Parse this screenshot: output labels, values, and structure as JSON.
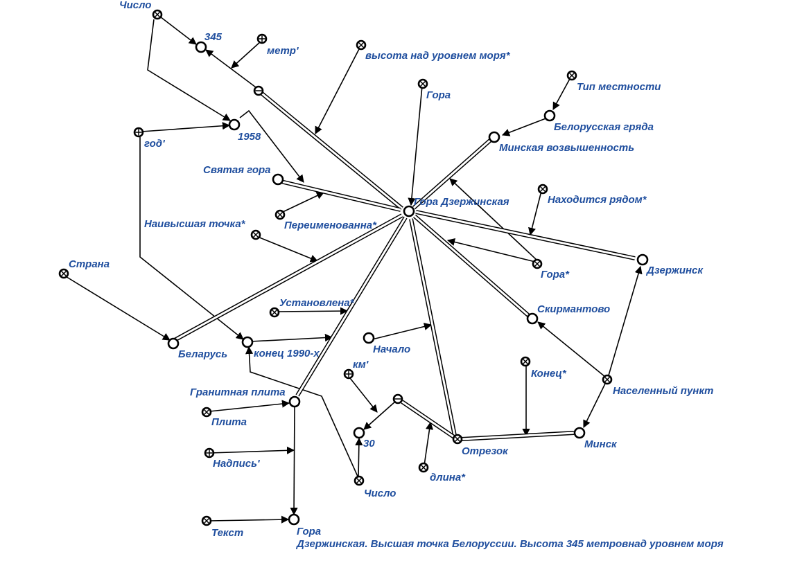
{
  "colors": {
    "label": "#1f4e9e",
    "line": "#000000"
  },
  "labels": {
    "chislo_top": "Число",
    "v345": "345",
    "metr": "метр'",
    "vysota": "высота над уровнем моря*",
    "gora_top": "Гора",
    "tip_mestnosti": "Тип местности",
    "belorusskaya_gryada": "Белорусская гряда",
    "minskaya_vozv": "Минская возвышенность",
    "god": "год'",
    "v1958": "1958",
    "svyataya_gora": "Святая гора",
    "gora_dzerzhinskaya": "Гора Дзержинская",
    "nahoditsya_ryadom": "Находится рядом*",
    "pereimenovanna": "Переименованна*",
    "naivysshaya": "Наивысшая точка*",
    "strana": "Страна",
    "gora_star": "Гора*",
    "dzerzhinsk": "Дзержинск",
    "ustanovlena": "Установлена*",
    "skirmantovo": "Скирмантово",
    "nachalo": "Начало",
    "belarus": "Беларусь",
    "konec_1990": "конец 1990-х",
    "km": "км'",
    "konec": "Конец*",
    "naselenny_punkt": "Населенный пункт",
    "granitnaya_plita": "Гранитная плита",
    "plita": "Плита",
    "v30": "30",
    "minsk": "Минск",
    "otrezok": "Отрезок",
    "nadpis": "Надпись'",
    "dlina": "длина*",
    "chislo_bottom": "Число",
    "tekst": "Текст",
    "gora_bottom": "Гора",
    "nadpis_text": "Дзержинская. Высшая точка Белоруссии. Высота 345 метровнад уровнем моря"
  },
  "legend_node_types": {
    "concept": "circle-open",
    "class": "circle-x",
    "relation": "circle-x",
    "unit": "circle-plus",
    "operation": "circle-minus"
  }
}
